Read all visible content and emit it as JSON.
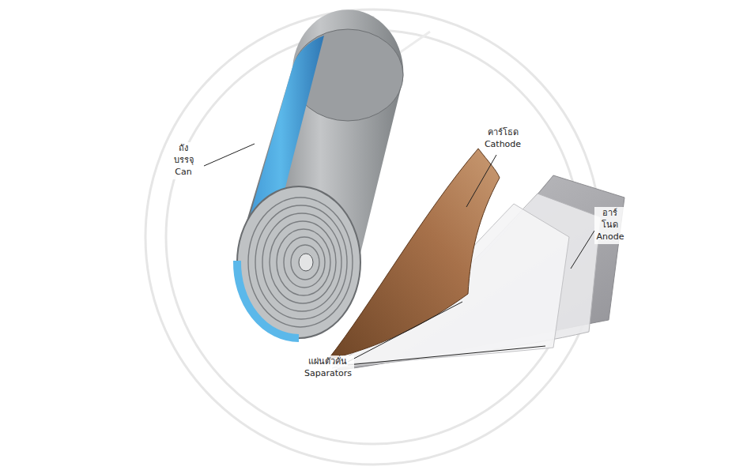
{
  "diagram": {
    "labels": [
      "ถังบรรจุ Can",
      "คาร์โธด Cathode",
      "อาร์โนด Anode",
      "แผ่นตัวคั่น Saparators"
    ]
  }
}
